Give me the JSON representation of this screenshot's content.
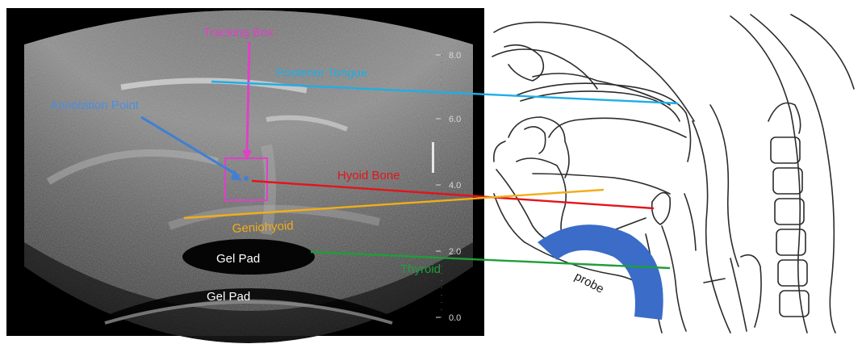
{
  "ultrasound": {
    "depth_ticks": [
      "8.0",
      "6.0",
      "4.0",
      "2.0",
      "0.0"
    ],
    "gel_pad_inner_label": "Gel Pad",
    "gel_pad_outer_label": "Gel Pad",
    "tracking_box_label": "Tracking Box",
    "annotation_point_label": "Annotation Point"
  },
  "structures": [
    {
      "key": "posterior-tongue",
      "label": "Posterior Tongue",
      "color": "#1eaee8"
    },
    {
      "key": "hyoid-bone",
      "label": "Hyoid Bone",
      "color": "#e3141b"
    },
    {
      "key": "geniohyoid",
      "label": "Geniohyoid",
      "color": "#f2ad1a"
    },
    {
      "key": "thyroid",
      "label": "Thyroid",
      "color": "#1e9e3a"
    }
  ],
  "anatomy": {
    "probe_label": "probe",
    "probe_color": "#3a6cc8"
  },
  "colors": {
    "tracking_box": "#e040c8",
    "annotation_point": "#3f7fd6",
    "ultrasound_bg": "#000000"
  }
}
